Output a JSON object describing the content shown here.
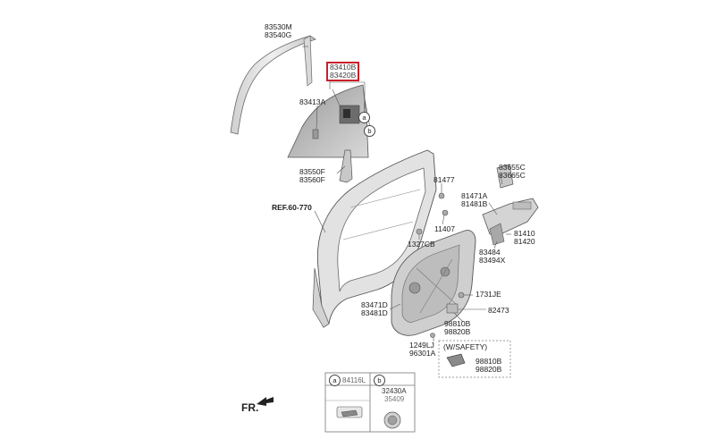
{
  "labels": {
    "p83530m": "83530M",
    "p83540g": "83540G",
    "p83410b": "83410B",
    "p83420b": "83420B",
    "p83413a": "83413A",
    "p83550f": "83550F",
    "p83560f": "83560F",
    "ref": "REF.60-770",
    "p81477": "81477",
    "p11407": "11407",
    "p1327cb": "1327CB",
    "p83655c": "83655C",
    "p83665c": "83665C",
    "p81471a": "81471A",
    "p81481b": "81481B",
    "p81410": "81410",
    "p81420": "81420",
    "p83484": "83484",
    "p83494x": "83494X",
    "p1731je": "1731JE",
    "p83471d": "83471D",
    "p83481d": "83481D",
    "p82473": "82473",
    "p98810b": "98810B",
    "p98820b": "98820B",
    "p1249lj": "1249LJ",
    "p96301a": "96301A",
    "safety": "(W/SAFETY)",
    "p98810b2": "98810B",
    "p98820b2": "98820B",
    "callout_a": "a",
    "callout_b": "b",
    "box_a_key": "a",
    "box_a_part": "84116L",
    "box_b_key": "b",
    "box_b_part1": "32430A",
    "box_b_part2": "35409",
    "fr": "FR."
  },
  "colors": {
    "highlight": "#c8202a",
    "line": "#555555",
    "part_fill": "#dcdcdc",
    "part_dark": "#b5b5b5"
  }
}
